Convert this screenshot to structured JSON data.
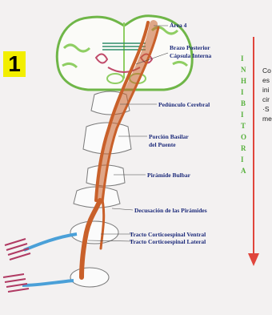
{
  "badge": {
    "number": "1",
    "color": "#f2ee00"
  },
  "labels": {
    "area4": "Área 4",
    "brazo1": "Brazo Posterior",
    "brazo2": "Cápsula Interna",
    "pedunculo": "Pedúnculo Cerebral",
    "porcion1": "Porción Basilar",
    "porcion2": "del Puente",
    "piramide": "Pirámide Bulbar",
    "decusacion": "Decusación de las Pirámides",
    "ventral": "Tracto Corticoespinal Ventral",
    "lateral": "Tracto Corticoespinal Lateral"
  },
  "vertical_word": [
    "I",
    "N",
    "H",
    "I",
    "B",
    "I",
    "T",
    "O",
    "R",
    "I",
    "A"
  ],
  "side_text": [
    "Co",
    "es",
    "ini",
    "cir",
    "·S",
    "me"
  ],
  "colors": {
    "tract": "#c9602a",
    "arrow": "#e0453c",
    "label": "#1c2a7a",
    "vertical": "#57b13c",
    "cortex": "#8fce63",
    "nerve_blue": "#4aa0d8",
    "muscle": "#b03a63"
  }
}
